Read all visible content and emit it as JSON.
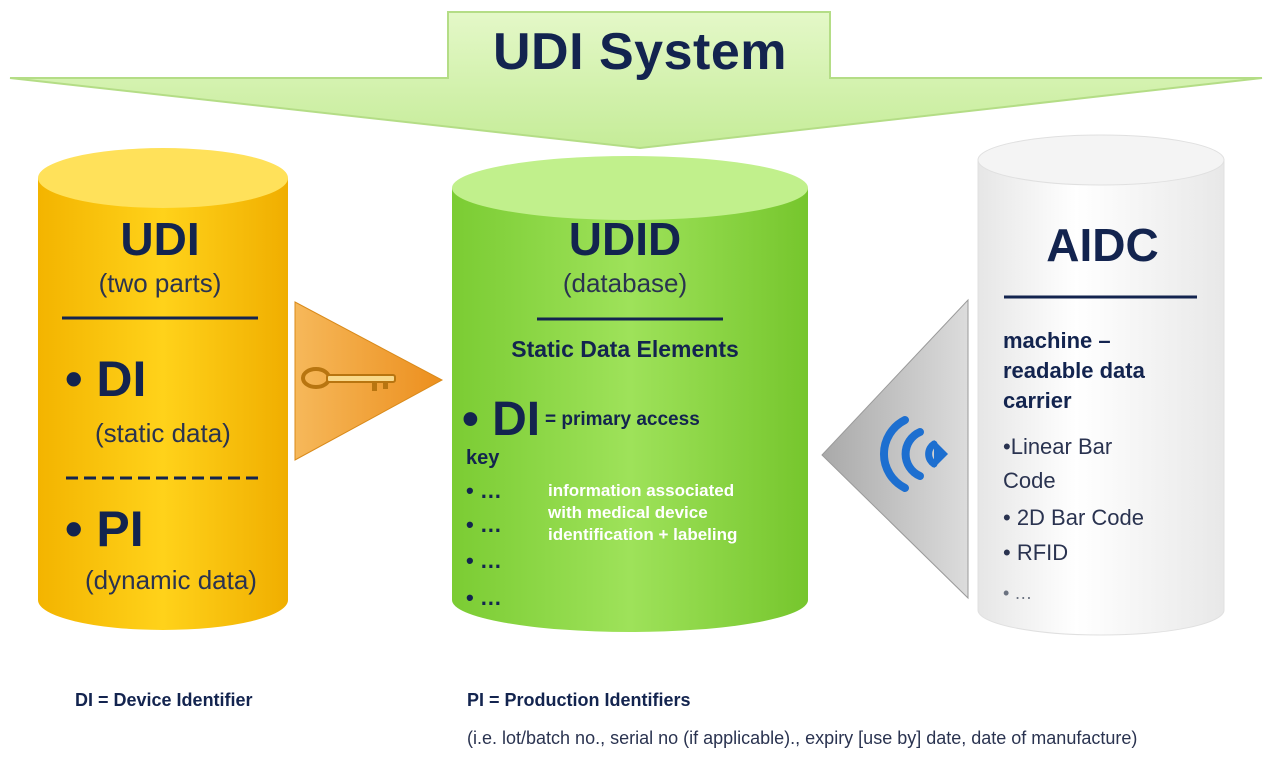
{
  "header": {
    "title": "UDI System"
  },
  "udi": {
    "title": "UDI",
    "subtitle": "(two parts)",
    "di_label": "• DI",
    "di_sub": "(static data)",
    "pi_label": "• PI",
    "pi_sub": "(dynamic data)"
  },
  "udid": {
    "title": "UDID",
    "subtitle": "(database)",
    "static_heading": "Static Data Elements",
    "di_label": "• DI",
    "di_desc": "= primary access",
    "key_label": "key",
    "bullets": [
      "• …",
      "• …",
      "• …",
      "• …"
    ],
    "info": [
      "information associated",
      "with medical device",
      "identification + labeling"
    ]
  },
  "aidc": {
    "title": "AIDC",
    "heading": [
      "machine –",
      "readable data",
      "carrier"
    ],
    "items": [
      "•Linear Bar",
      "Code",
      "• 2D Bar Code",
      "• RFID",
      "• …"
    ]
  },
  "footer": {
    "di_definition": "DI = Device Identifier",
    "pi_definition": "PI = Production Identifiers",
    "pi_detail": "(i.e. lot/batch no., serial no (if applicable)., expiry [use by] date, date of manufacture)"
  },
  "colors": {
    "udi_cylinder": "#f5c200",
    "udid_cylinder": "#8fd84a",
    "aidc_cylinder": "#ffffff",
    "banner": "#cdf0a6",
    "key_triangle": "#f2a23a",
    "signal_triangle": "#c4c4c4",
    "signal_waves": "#1d6fd0"
  },
  "icons": {
    "key": "key-icon",
    "signal": "wireless-signal-icon"
  }
}
